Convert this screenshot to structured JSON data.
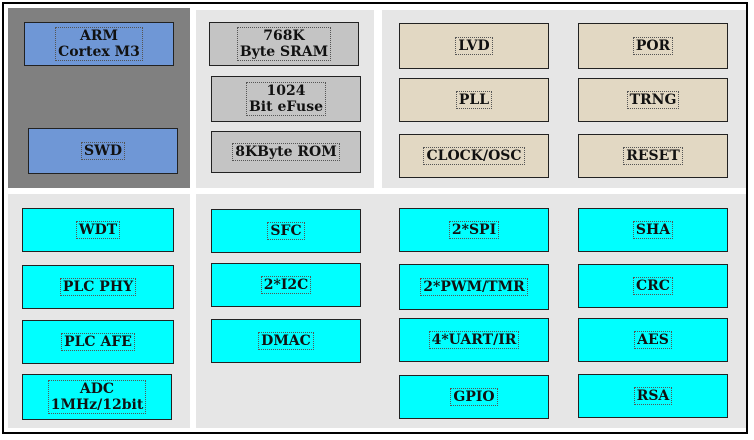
{
  "colors": {
    "cpu_panel": "#808080",
    "panel": "#e6e6e6",
    "cpu_block": "#6f97d6",
    "memory_block": "#c4c4c4",
    "analog_block": "#e2d8c3",
    "peripheral_block": "#00ffff"
  },
  "cpu": {
    "arm": "ARM\nCortex M3",
    "swd": "SWD"
  },
  "memory": {
    "sram": "768K\nByte SRAM",
    "efuse": "1024\nBit eFuse",
    "rom": "8KByte ROM"
  },
  "analog": {
    "lvd": "LVD",
    "por": "POR",
    "pll": "PLL",
    "trng": "TRNG",
    "clock": "CLOCK/OSC",
    "reset": "RESET"
  },
  "plc": {
    "wdt": "WDT",
    "phy": "PLC PHY",
    "afe": "PLC AFE",
    "adc": "ADC\n1MHz/12bit"
  },
  "peripherals": {
    "sfc": "SFC",
    "i2c": "2*I2C",
    "dmac": "DMAC",
    "spi": "2*SPI",
    "pwm": "2*PWM/TMR",
    "uart": "4*UART/IR",
    "gpio": "GPIO",
    "sha": "SHA",
    "crc": "CRC",
    "aes": "AES",
    "rsa": "RSA"
  }
}
